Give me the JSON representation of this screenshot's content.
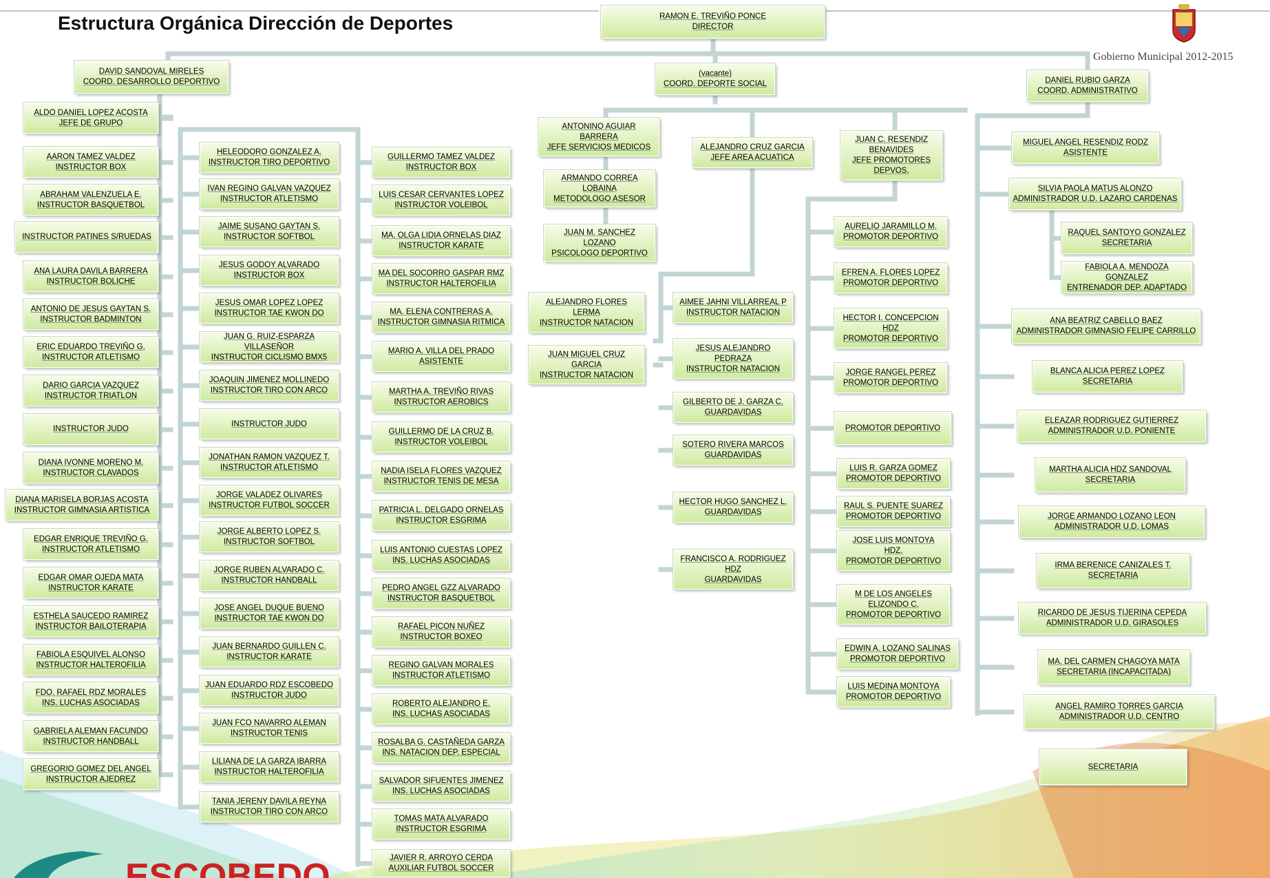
{
  "header": {
    "title": "Estructura Orgánica  Dirección de Deportes",
    "government_label": "Gobierno Municipal 2012-2015",
    "crest_icon": "municipal-crest-icon"
  },
  "colors": {
    "box_top": "#f6fce8",
    "box_bottom": "#cfeaa0",
    "connector": "#c3d4d4"
  },
  "boxes": {
    "director": "RAMON E. TREVIÑO PONCE\nDIRECTOR",
    "coord_desarrollo": "DAVID SANDOVAL MIRELES\nCOORD. DESARROLLO DEPORTIVO",
    "coord_social": "(vacante)\nCOORD. DEPORTE SOCIAL",
    "coord_admin": "DANIEL RUBIO GARZA\nCOORD. ADMINISTRATIVO",
    "c1": [
      "ALDO DANIEL LOPEZ ACOSTA\nJEFE DE GRUPO",
      "AARON TAMEZ VALDEZ\nINSTRUCTOR  BOX",
      "ABRAHAM VALENZUELA E.\nINSTRUCTOR BASQUETBOL",
      "INSTRUCTOR PATINES S/RUEDAS",
      "ANA LAURA DAVILA BARRERA\nINSTRUCTOR BOLICHE",
      "ANTONIO DE JESUS GAYTAN S.\nINSTRUCTOR BADMINTON",
      "ERIC EDUARDO TREVIÑO G.\nINSTRUCTOR ATLETISMO",
      "DARIO GARCIA VAZQUEZ\nINSTRUCTOR TRIATLON",
      "INSTRUCTOR JUDO",
      "DIANA IVONNE MORENO M.\nINSTRUCTOR CLAVADOS",
      "DIANA MARISELA BORJAS ACOSTA\nINSTRUCTOR  GIMNASIA ARTISTICA",
      "EDGAR ENRIQUE TREVIÑO G.\nINSTRUCTOR ATLETISMO",
      "EDGAR OMAR OJEDA MATA\nINSTRUCTOR KARATE",
      "ESTHELA SAUCEDO RAMIREZ\nINSTRUCTOR BAILOTERAPIA",
      "FABIOLA ESQUIVEL ALONSO\nINSTRUCTOR  HALTEROFILIA",
      "FDO. RAFAEL RDZ MORALES\nINS. LUCHAS ASOCIADAS",
      "GABRIELA ALEMAN FACUNDO\nINSTRUCTOR HANDBALL",
      "GREGORIO GOMEZ DEL ANGEL\nINSTRUCTOR AJEDREZ"
    ],
    "c2": [
      "HELEODORO GONZALEZ A.\nINSTRUCTOR TIRO DEPORTIVO",
      "IVAN REGINO GALVAN VAZQUEZ\nINSTRUCTOR ATLETISMO",
      "JAIME SUSANO GAYTAN S.\nINSTRUCTOR SOFTBOL",
      "JESUS GODOY ALVARADO\nINSTRUCTOR BOX",
      "JESUS OMAR LOPEZ LOPEZ\nINSTRUCTOR TAE KWON DO",
      "JUAN G. RUIZ-ESPARZA VILLASEÑOR\nINSTRUCTOR CICLISMO BMX5",
      "JOAQUIN JIMENEZ MOLLINEDO\nINSTRUCTOR TIRO CON ARCO",
      "INSTRUCTOR JUDO",
      "JONATHAN RAMON VAZQUEZ T.\nINSTRUCTOR ATLETISMO",
      "JORGE VALADEZ OLIVARES\nINSTRUCTOR FUTBOL SOCCER",
      "JORGE ALBERTO LOPEZ S.\nINSTRUCTOR SOFTBOL",
      "JORGE RUBEN ALVARADO C.\nINSTRUCTOR HANDBALL",
      "JOSE ANGEL DUQUE BUENO\nINSTRUCTOR TAE KWON DO",
      "JUAN BERNARDO GUILLEN C.\nINSTRUCTOR KARATE",
      "JUAN EDUARDO RDZ ESCOBEDO\nINSTRUCTOR JUDO",
      "JUAN FCO NAVARRO ALEMAN\nINSTRUCTOR TENIS",
      "LILIANA DE LA GARZA IBARRA\nINSTRUCTOR HALTEROFILIA",
      "TANIA JERENY DAVILA REYNA\nINSTRUCTOR TIRO CON ARCO"
    ],
    "c3": [
      "GUILLERMO TAMEZ VALDEZ\nINSTRUCTOR BOX",
      "LUIS CESAR CERVANTES LOPEZ\nINSTRUCTOR  VOLEIBOL",
      "MA. OLGA LIDIA ORNELAS DIAZ\nINSTRUCTOR KARATE",
      "MA DEL SOCORRO GASPAR RMZ\nINSTRUCTOR HALTEROFILIA",
      "MA. ELENA CONTRERAS A.\nINSTRUCTOR GIMNASIA RITMICA",
      "MARIO A. VILLA DEL PRADO\nASISTENTE",
      "MARTHA A. TREVIÑO RIVAS\nINSTRUCTOR AEROBICS",
      "GUILLERMO DE LA CRUZ B.\nINSTRUCTOR VOLEIBOL",
      "NADIA ISELA FLORES VAZQUEZ\nINSTRUCTOR TENIS DE MESA",
      "PATRICIA L. DELGADO ORNELAS\nINSTRUCTOR ESGRIMA",
      "LUIS ANTONIO CUESTAS LOPEZ\nINS. LUCHAS ASOCIADAS",
      "PEDRO ANGEL GZZ ALVARADO\nINSTRUCTOR BASQUETBOL",
      "RAFAEL PICON NUÑEZ\nINSTRUCTOR BOXEO",
      "REGINO GALVAN MORALES\nINSTRUCTOR ATLETISMO",
      "ROBERTO ALEJANDRO E.\nINS. LUCHAS ASOCIADAS",
      "ROSALBA G. CASTAÑEDA GARZA\nINS. NATACION DEP. ESPECIAL",
      "SALVADOR SIFUENTES JIMENEZ\nINS. LUCHAS ASOCIADAS",
      "TOMAS MATA ALVARADO\nINSTRUCTOR ESGRIMA",
      "JAVIER R. ARROYO CERDA\nAUXILIAR FUTBOL SOCCER"
    ],
    "medical": [
      "ANTONINO AGUIAR\nBARRERA\nJEFE SERVICIOS MEDICOS",
      "ARMANDO CORREA\nLOBAINA\nMETODOLOGO ASESOR",
      "JUAN M. SANCHEZ\nLOZANO\nPSICOLOGO DEPORTIVO"
    ],
    "jefe_acuatica": "ALEJANDRO CRUZ GARCIA\nJEFE AREA ACUATICA",
    "jefe_promotores": "JUAN C. RESENDIZ\nBENAVIDES\nJEFE PROMOTORES\nDEPVOS.",
    "aquatic_left": [
      "ALEJANDRO FLORES\nLERMA\nINSTRUCTOR NATACION",
      "JUAN MIGUEL CRUZ\nGARCIA\nINSTRUCTOR NATACION"
    ],
    "aquatic_right": [
      "AIMEE JAHNI VILLARREAL P\nINSTRUCTOR NATACION",
      "JESUS ALEJANDRO\nPEDRAZA\nINSTRUCTOR NATACION",
      "GILBERTO DE J. GARZA C.\nGUARDAVIDAS",
      "SOTERO RIVERA MARCOS\nGUARDAVIDAS",
      "HECTOR HUGO SANCHEZ L.\nGUARDAVIDAS",
      "FRANCISCO A. RODRIGUEZ\nHDZ\nGUARDAVIDAS"
    ],
    "promoters": [
      "AURELIO JARAMILLO M.\nPROMOTOR DEPORTIVO",
      "EFREN A. FLORES LOPEZ\nPROMOTOR DEPORTIVO",
      "HECTOR I. CONCEPCION\nHDZ\nPROMOTOR DEPORTIVO",
      "JORGE RANGEL PEREZ\nPROMOTOR DEPORTIVO",
      "PROMOTOR DEPORTIVO",
      "LUIS R. GARZA GOMEZ\nPROMOTOR DEPORTIVO",
      "RAUL S. PUENTE SUAREZ\nPROMOTOR DEPORTIVO",
      "JOSE LUIS MONTOYA\nHDZ.\nPROMOTOR DEPORTIVO",
      "M DE LOS ANGELES\nELIZONDO C.\nPROMOTOR DEPORTIVO",
      "EDWIN A. LOZANO SALINAS\nPROMOTOR DEPORTIVO",
      "LUIS MEDINA MONTOYA\nPROMOTOR DEPORTIVO"
    ],
    "admin": [
      "MIGUEL ANGEL RESENDIZ RODZ\nASISTENTE",
      "SILVIA PAOLA MATUS ALONZO\nADMINISTRADOR U.D. LAZARO CARDENAS",
      "RAQUEL SANTOYO GONZALEZ\nSECRETARIA",
      "FABIOLA A. MENDOZA GONZALEZ\nENTRENADOR DEP. ADAPTADO",
      "ANA BEATRIZ CABELLO BAEZ\nADMINISTRADOR GIMNASIO FELIPE CARRILLO",
      "BLANCA ALICIA PEREZ LOPEZ\nSECRETARIA",
      "ELEAZAR RODRIGUEZ GUTIERREZ\nADMINISTRADOR U.D. PONIENTE",
      "MARTHA ALICIA HDZ SANDOVAL\nSECRETARIA",
      "JORGE ARMANDO LOZANO LEON\nADMINISTRADOR U.D. LOMAS",
      "IRMA BERENICE CANIZALES T.\nSECRETARIA",
      "RICARDO DE JESUS TIJERINA CEPEDA\nADMINISTRADOR U.D. GIRASOLES",
      "MA. DEL CARMEN CHAGOYA MATA\nSECRETARIA (INCAPACITADA)",
      "ANGEL RAMIRO TORRES GARCIA\nADMINISTRADOR U.D.  CENTRO",
      "SECRETARIA"
    ]
  }
}
